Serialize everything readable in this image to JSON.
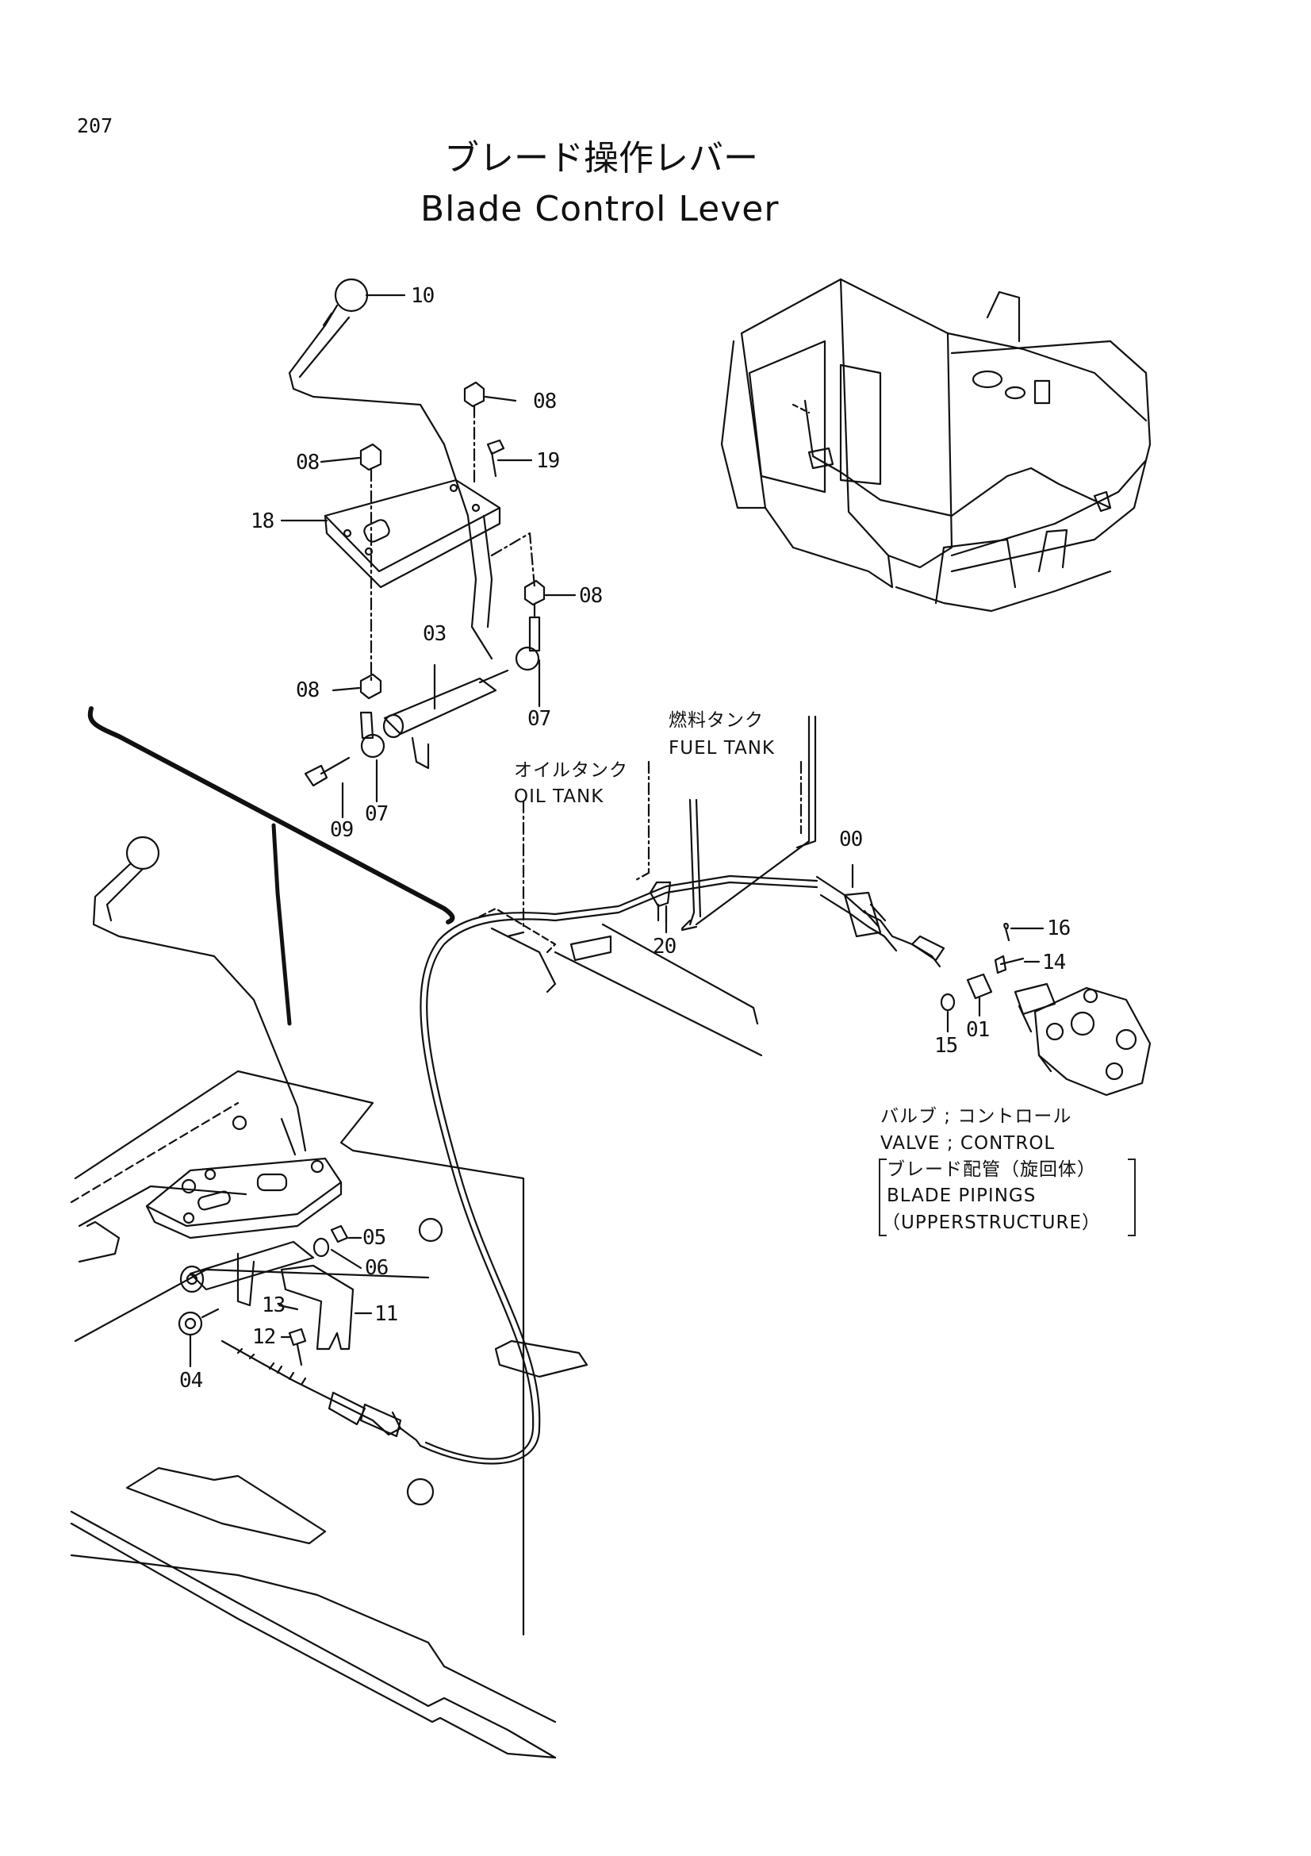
{
  "page_number": "207",
  "title_ja": "ブレード操作レバー",
  "title_en": "Blade Control Lever",
  "callouts": {
    "c00": "00",
    "c01": "01",
    "c03": "03",
    "c04": "04",
    "c05": "05",
    "c06": "06",
    "c07a": "07",
    "c07b": "07",
    "c08a": "08",
    "c08b": "08",
    "c08c": "08",
    "c08d": "08",
    "c09": "09",
    "c10": "10",
    "c11": "11",
    "c12": "12",
    "c13": "13",
    "c14": "14",
    "c15": "15",
    "c16": "16",
    "c18": "18",
    "c19": "19",
    "c20": "20"
  },
  "labels": {
    "fuel_tank_ja": "燃料タンク",
    "fuel_tank_en": "FUEL TANK",
    "oil_tank_ja": "オイルタンク",
    "oil_tank_en": "OIL TANK",
    "valve_ja": "バルブ ; コントロール",
    "valve_en": "VALVE ; CONTROL",
    "piping_ja": "ブレード配管（旋回体）",
    "piping_en": "BLADE PIPINGS",
    "upper_en": "（UPPERSTRUCTURE）"
  },
  "colors": {
    "ink": "#111111",
    "paper": "#ffffff"
  }
}
